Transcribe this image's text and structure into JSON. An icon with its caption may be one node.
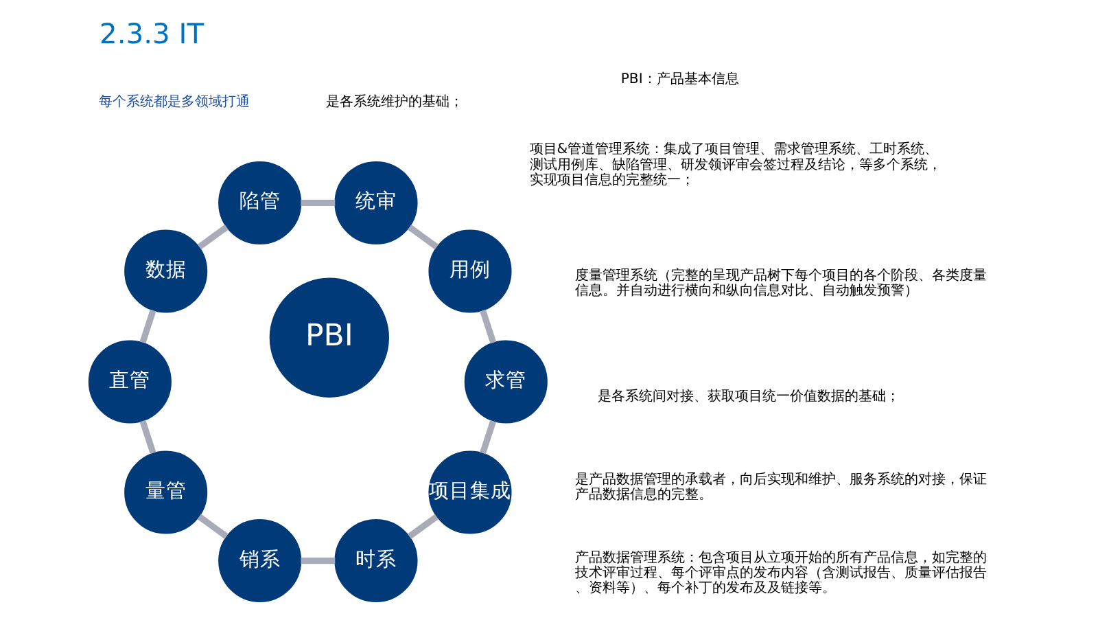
{
  "diagram": {
    "title": "2.3.3 IT",
    "nodes": [
      {
        "text": [
          "PBI"
        ]
      },
      {
        "text": [
          "项目集成"
        ]
      },
      {
        "text": [
          "时系"
        ]
      },
      {
        "text": [
          "销系"
        ]
      },
      {
        "text": [
          "量管"
        ]
      },
      {
        "text": [
          "直管"
        ]
      },
      {
        "text": [
          "数据"
        ]
      },
      {
        "text": [
          "陷管"
        ]
      },
      {
        "text": [
          "统审"
        ]
      },
      {
        "text": [
          "用例"
        ]
      },
      {
        "text": [
          "求管"
        ]
      }
    ],
    "edges": [
      {
        "from": 1,
        "to": 2,
        "arrow": "none"
      },
      {
        "from": 2,
        "to": 3,
        "arrow": "none"
      },
      {
        "from": 3,
        "to": 4,
        "arrow": "none"
      },
      {
        "from": 4,
        "to": 5,
        "arrow": "none"
      },
      {
        "from": 5,
        "to": 6,
        "arrow": "none"
      },
      {
        "from": 6,
        "to": 7,
        "arrow": "none"
      },
      {
        "from": 7,
        "to": 8,
        "arrow": "none"
      },
      {
        "from": 8,
        "to": 9,
        "arrow": "none"
      },
      {
        "from": 9,
        "to": 10,
        "arrow": "none"
      },
      {
        "from": 10,
        "to": 1,
        "arrow": "none"
      }
    ],
    "labels": [
      "PBI：产品基本信息",
      "是各系统维护的基础；",
      "是各系统间对接、获取项目统一价值数据的基础；",
      "项目&管道管理系统：集成了项目管理、需求管理系统、工时系统、测试用例库、缺陷管理、研发领评审会签过程及结论，等多个系统，实现项目信息的完整统一；",
      "产品数据管理系统：包含项目从立项开始的所有产品信息，如完整的技术评审过程、每个评审点的发布内容（含测试报告、质量评估报告、资料等）、每个补丁的发布及及链接等。",
      "是产品数据管理的承载者，向后实现和维护、服务系统的对接，保证产品数据信息的完整。",
      "度量管理系统（完整的呈现产品树下每个项目的各个阶段、各类度量信息。并自动进行横向和纵向信息对比、自动触发预警）",
      "每个系统都是多领域打通"
    ]
  }
}
